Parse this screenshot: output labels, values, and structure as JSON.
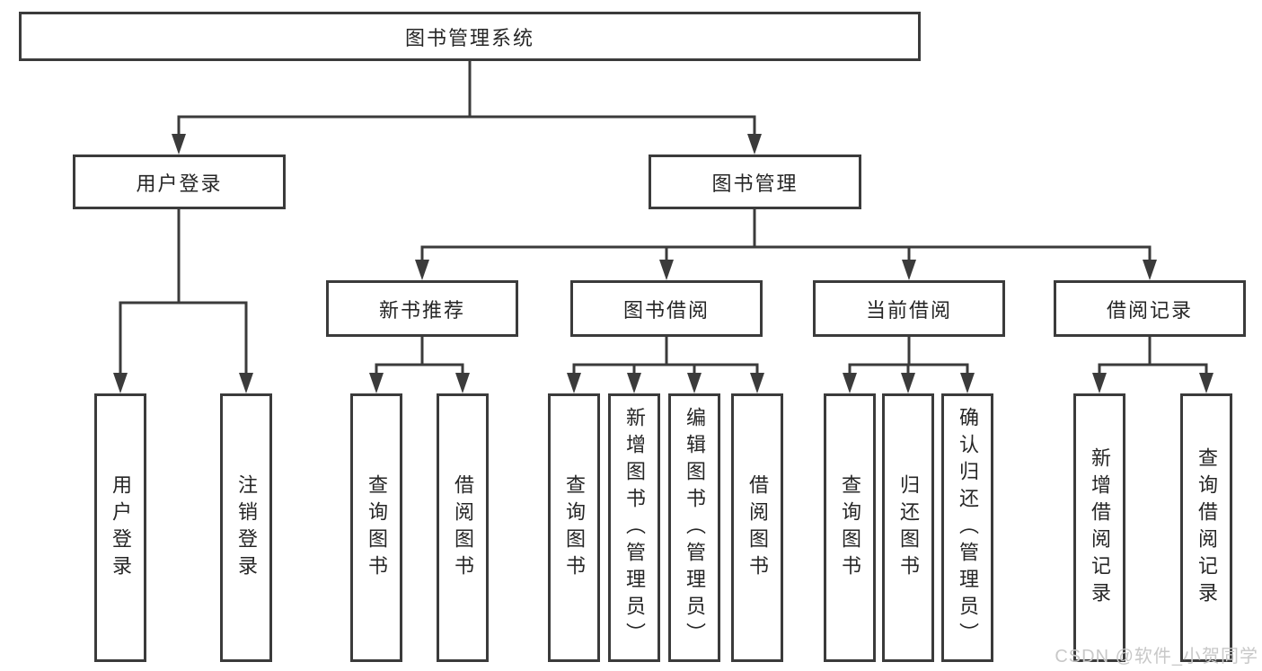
{
  "diagram": {
    "root": "图书管理系统",
    "login": {
      "label": "用户登录",
      "children": [
        "用户登录",
        "注销登录"
      ]
    },
    "management": {
      "label": "图书管理",
      "modules": [
        {
          "label": "新书推荐",
          "children": [
            "查询图书",
            "借阅图书"
          ]
        },
        {
          "label": "图书借阅",
          "children": [
            "查询图书",
            "新增图书（管理员）",
            "编辑图书（管理员）",
            "借阅图书"
          ]
        },
        {
          "label": "当前借阅",
          "children": [
            "查询图书",
            "归还图书",
            "确认归还（管理员）"
          ]
        },
        {
          "label": "借阅记录",
          "children": [
            "新增借阅记录",
            "查询借阅记录"
          ]
        }
      ]
    }
  },
  "colors": {
    "line": "#3b3b3b",
    "text": "#262626",
    "watermark": "#c8c8c8",
    "background": "#ffffff"
  },
  "watermark": "CSDN @软件_小贺同学"
}
